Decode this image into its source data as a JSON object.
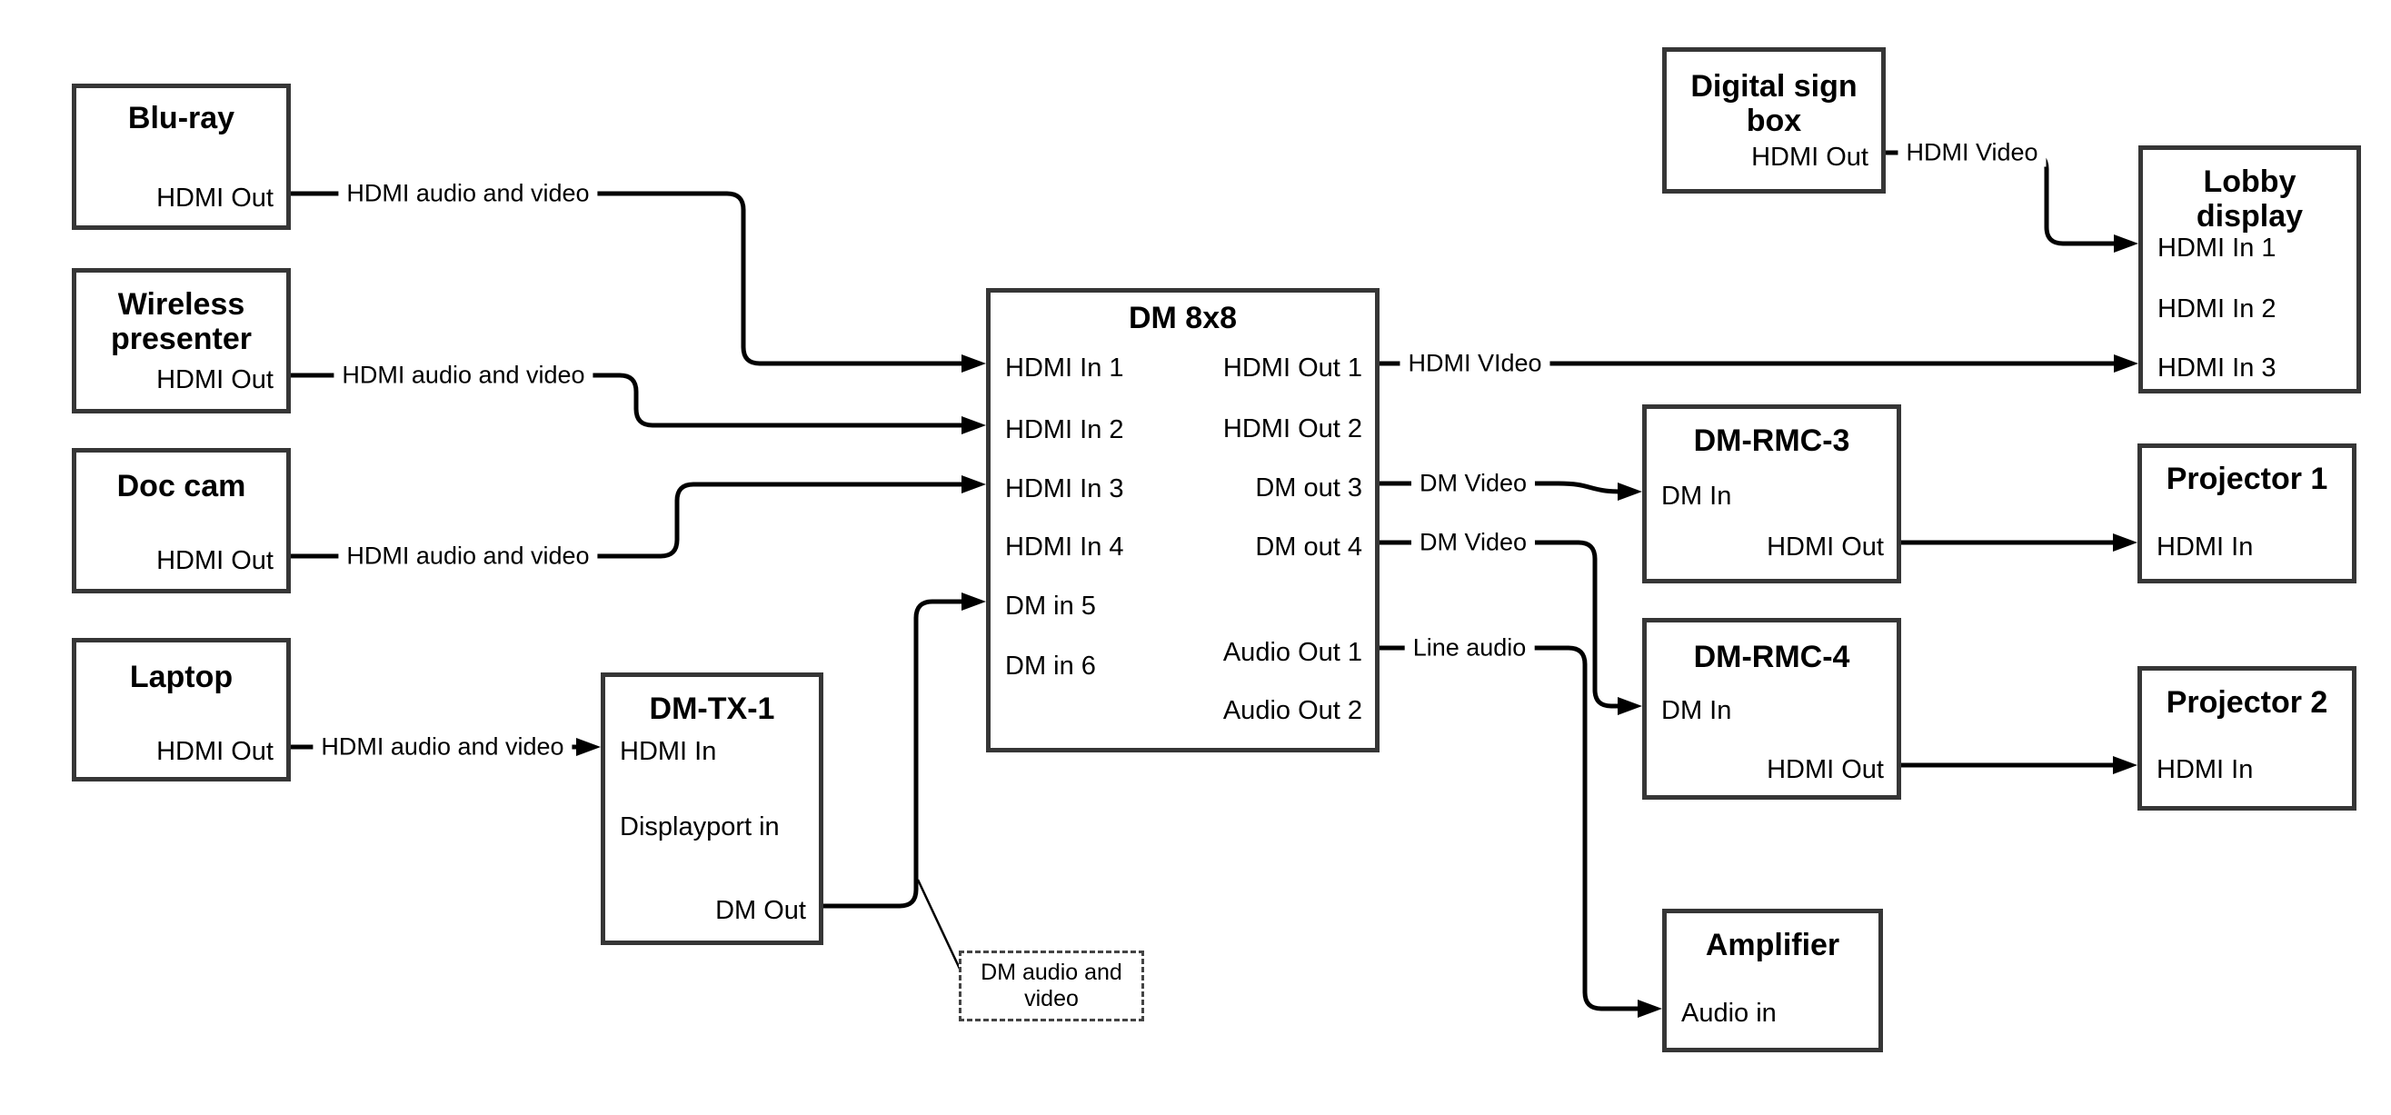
{
  "diagram": {
    "colors": {
      "line": "#000000",
      "box_border": "#363636",
      "background": "#ffffff",
      "text": "#000000"
    },
    "nodes": {
      "blu_ray": {
        "title": "Blu-ray",
        "ports": {
          "hdmi_out": "HDMI Out"
        }
      },
      "wireless_presenter": {
        "title": "Wireless presenter",
        "ports": {
          "hdmi_out": "HDMI Out"
        }
      },
      "doc_cam": {
        "title": "Doc cam",
        "ports": {
          "hdmi_out": "HDMI Out"
        }
      },
      "laptop": {
        "title": "Laptop",
        "ports": {
          "hdmi_out": "HDMI Out"
        }
      },
      "dm_tx_1": {
        "title": "DM-TX-1",
        "ports": {
          "hdmi_in": "HDMI In",
          "displayport_in": "Displayport in",
          "dm_out": "DM Out"
        }
      },
      "dm_8x8": {
        "title": "DM 8x8",
        "ports": {
          "hdmi_in_1": "HDMI In 1",
          "hdmi_in_2": "HDMI In 2",
          "hdmi_in_3": "HDMI In 3",
          "hdmi_in_4": "HDMI In 4",
          "dm_in_5": "DM in 5",
          "dm_in_6": "DM in 6",
          "hdmi_out_1": "HDMI Out 1",
          "hdmi_out_2": "HDMI Out 2",
          "dm_out_3": "DM out 3",
          "dm_out_4": "DM out 4",
          "audio_out_1": "Audio Out 1",
          "audio_out_2": "Audio Out 2"
        }
      },
      "digital_sign_box": {
        "title": "Digital sign box",
        "ports": {
          "hdmi_out": "HDMI Out"
        }
      },
      "lobby_display": {
        "title": "Lobby display",
        "ports": {
          "hdmi_in_1": "HDMI In 1",
          "hdmi_in_2": "HDMI In 2",
          "hdmi_in_3": "HDMI In 3"
        }
      },
      "dm_rmc_3": {
        "title": "DM-RMC-3",
        "ports": {
          "dm_in": "DM In",
          "hdmi_out": "HDMI Out"
        }
      },
      "projector_1": {
        "title": "Projector 1",
        "ports": {
          "hdmi_in": "HDMI In"
        }
      },
      "dm_rmc_4": {
        "title": "DM-RMC-4",
        "ports": {
          "dm_in": "DM In",
          "hdmi_out": "HDMI Out"
        }
      },
      "projector_2": {
        "title": "Projector 2",
        "ports": {
          "hdmi_in": "HDMI In"
        }
      },
      "amplifier": {
        "title": "Amplifier",
        "ports": {
          "audio_in": "Audio in"
        }
      }
    },
    "edge_labels": {
      "blu_ray_feed": "HDMI audio and video",
      "wireless_feed": "HDMI audio and video",
      "doc_cam_feed": "HDMI audio and video",
      "laptop_feed": "HDMI audio and video",
      "hdmi_out_1": "HDMI VIdeo",
      "dm_out_3": "DM Video",
      "dm_out_4": "DM Video",
      "audio_out_1": "Line audio",
      "sign_feed": "HDMI Video",
      "callout": "DM audio and video"
    }
  }
}
